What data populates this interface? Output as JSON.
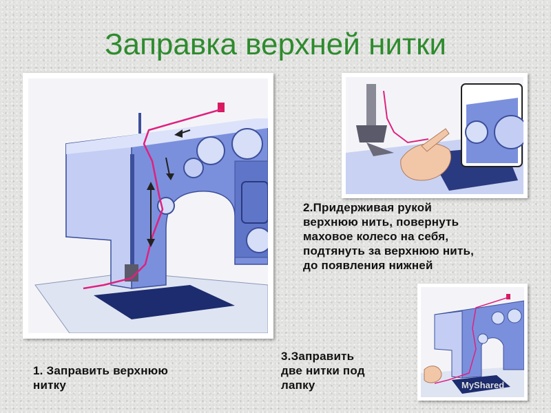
{
  "slide": {
    "title": "Заправка верхней нитки"
  },
  "steps": [
    {
      "text": "1. Заправить верхнюю\nнитку"
    },
    {
      "text": "2.Придерживая рукой\nверхнюю нить, повернуть\nмаховое колесо на себя,\nподтянуть за верхнюю нить,\nдо появления нижней"
    },
    {
      "text": "3.Заправить\nдве нитки под\nлапку"
    }
  ],
  "watermark": "MyShared",
  "colors": {
    "title": "#2e8b2e",
    "machine": "#6f86d6",
    "machine_light": "#b6c4f0",
    "thread": "#e0207f"
  }
}
